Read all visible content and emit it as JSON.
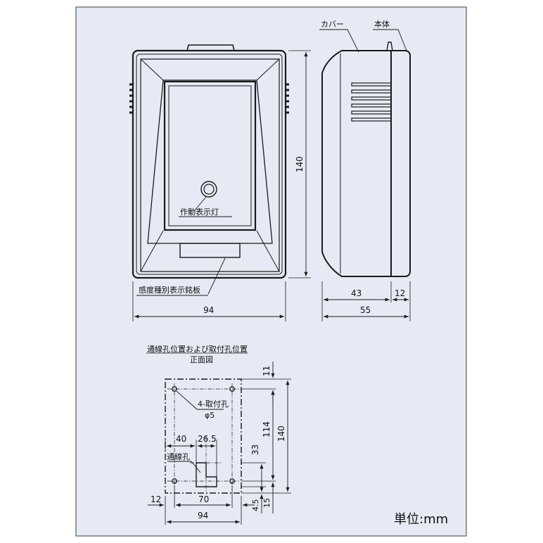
{
  "labels": {
    "cover": "カバー",
    "body": "本体",
    "indicator_lamp": "作動表示灯",
    "sensor_plate": "感度種別表示銘板",
    "front_height": "140",
    "front_width": "94",
    "side_cover_depth": "43",
    "side_body_depth": "12",
    "side_total_depth": "55",
    "section_title": "通線孔位置および取付孔位置",
    "section_subtitle": "正面図",
    "mount_holes": "4-取付孔",
    "hole_diameter": "φ5",
    "wiring_hole": "通線孔",
    "dim_top_offset": "11",
    "dim_inner_height": "114",
    "dim_outer_height": "140",
    "dim_40": "40",
    "dim_26_5": "26.5",
    "dim_33": "33",
    "dim_4_5": "4.5",
    "dim_15": "15",
    "dim_12": "12",
    "dim_70": "70",
    "dim_bottom_width": "94",
    "unit": "単位:mm"
  },
  "colors": {
    "background": "#e6eaf4",
    "frame": "#5a5a5a",
    "line": "#1a1a1a"
  }
}
